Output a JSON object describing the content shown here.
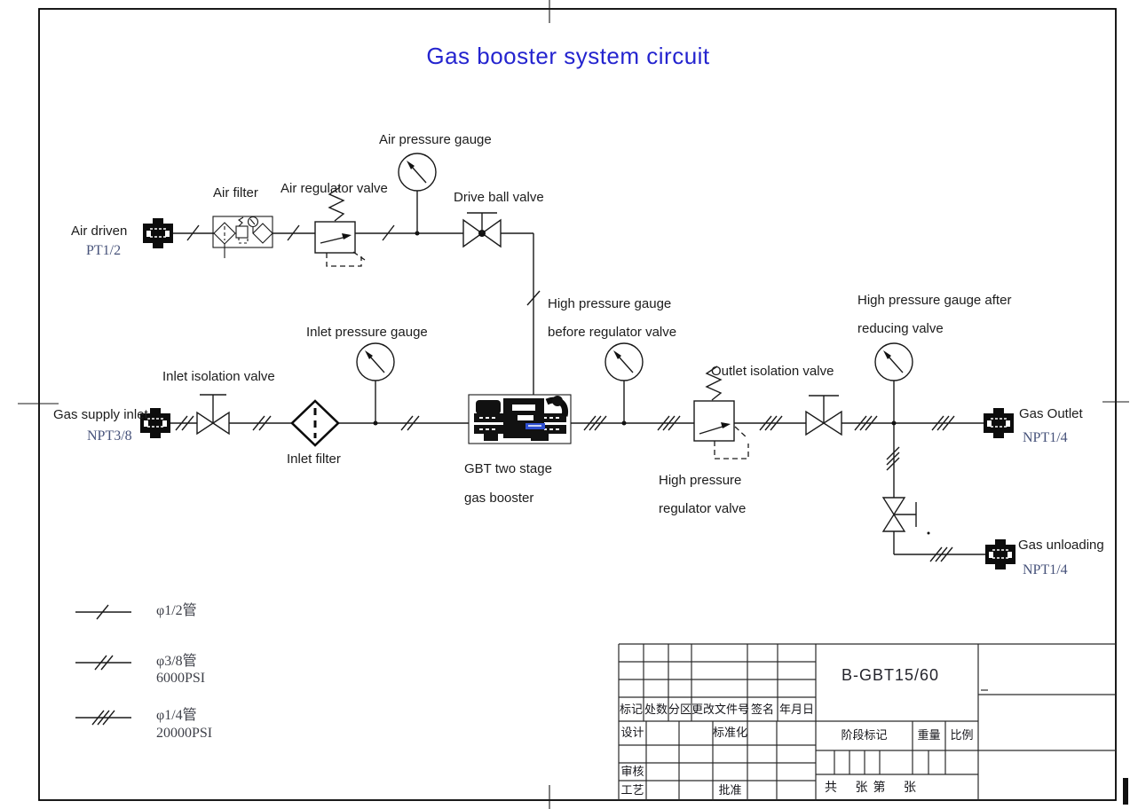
{
  "title": "Gas booster system circuit",
  "colors": {
    "title_color": "#2424cf",
    "line_color": "#1a1a1a",
    "port_color": "#46527a"
  },
  "components": {
    "air_driven": {
      "label": "Air driven",
      "port": "PT1/2"
    },
    "air_filter": {
      "label": "Air filter"
    },
    "air_regulator_valve": {
      "label": "Air regulator valve"
    },
    "air_pressure_gauge": {
      "label": "Air pressure gauge"
    },
    "drive_ball_valve": {
      "label": "Drive ball valve"
    },
    "gas_supply_inlet": {
      "label": "Gas supply inlet",
      "port": "NPT3/8"
    },
    "inlet_isolation_valve": {
      "label": "Inlet isolation valve"
    },
    "inlet_filter": {
      "label": "Inlet filter"
    },
    "inlet_pressure_gauge": {
      "label": "Inlet pressure gauge"
    },
    "gas_booster": {
      "lines": [
        "GBT two stage",
        "gas booster"
      ]
    },
    "hp_gauge_before": {
      "lines": [
        "High pressure gauge",
        "before regulator valve"
      ]
    },
    "hp_regulator_valve": {
      "lines": [
        "High pressure",
        "regulator valve"
      ]
    },
    "outlet_isolation_valve": {
      "label": "Outlet isolation valve"
    },
    "hp_gauge_after": {
      "lines": [
        "High pressure gauge after",
        "reducing valve"
      ]
    },
    "gas_outlet": {
      "label": "Gas Outlet",
      "port": "NPT1/4"
    },
    "gas_unloading": {
      "label": "Gas unloading",
      "port": "NPT1/4"
    }
  },
  "legend": {
    "items": [
      {
        "pipe": "φ1/2管",
        "pressure": ""
      },
      {
        "pipe": "φ3/8管",
        "pressure": "6000PSI"
      },
      {
        "pipe": "φ1/4管",
        "pressure": "20000PSI"
      }
    ]
  },
  "title_block": {
    "drawing_number": "B-GBT15/60",
    "header_cells": [
      "标记",
      "处数",
      "分区",
      "更改文件号",
      "签名",
      "年月日"
    ],
    "row_design": "设计",
    "row_standardization": "标准化",
    "row_review": "审核",
    "row_process": "工艺",
    "row_approve": "批准",
    "stage_mark": "阶段标记",
    "weight": "重量",
    "scale": "比例",
    "sheet_info": "共    张 第    张"
  }
}
